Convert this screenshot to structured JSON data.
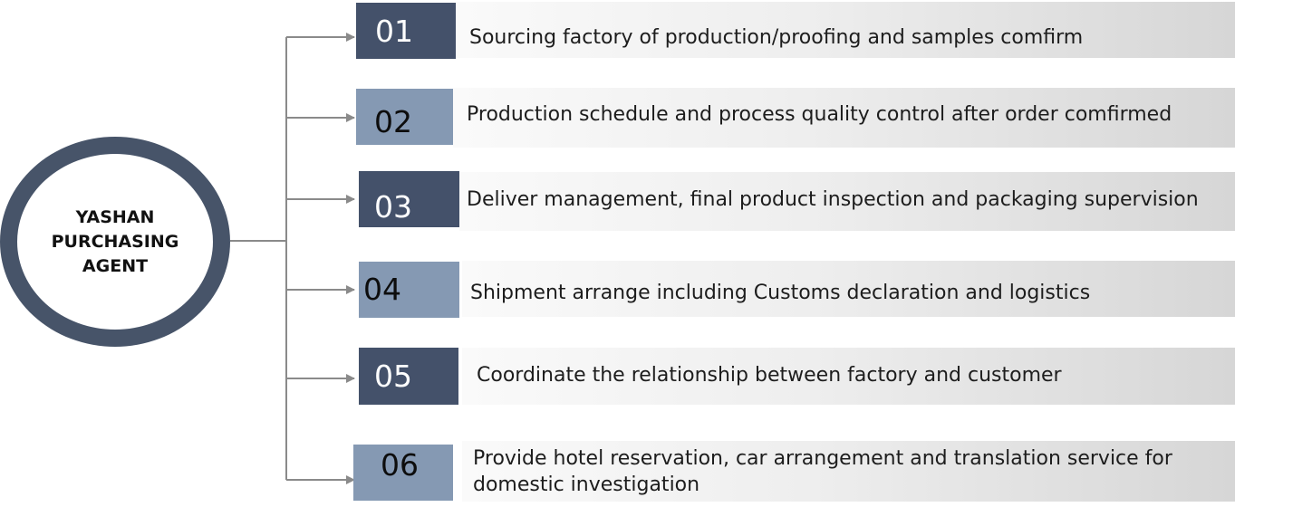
{
  "hub": {
    "label": "YASHAN\nPURCHASING\nAGENT"
  },
  "colors": {
    "hub_ring": "#475469",
    "box_dark": "#44516a",
    "box_light": "#8599b3",
    "connector": "#8a8a8a"
  },
  "steps": [
    {
      "number": "01",
      "text": "Sourcing factory of production/proofing and samples comfirm"
    },
    {
      "number": "02",
      "text": "Production schedule and process quality control after order comfirmed"
    },
    {
      "number": "03",
      "text": "Deliver management, final product inspection and packaging supervision"
    },
    {
      "number": "04",
      "text": "Shipment arrange including Customs declaration and logistics"
    },
    {
      "number": "05",
      "text": "Coordinate the relationship between factory and customer"
    },
    {
      "number": "06",
      "text": "Provide hotel reservation, car arrangement and translation service for domestic investigation"
    }
  ]
}
